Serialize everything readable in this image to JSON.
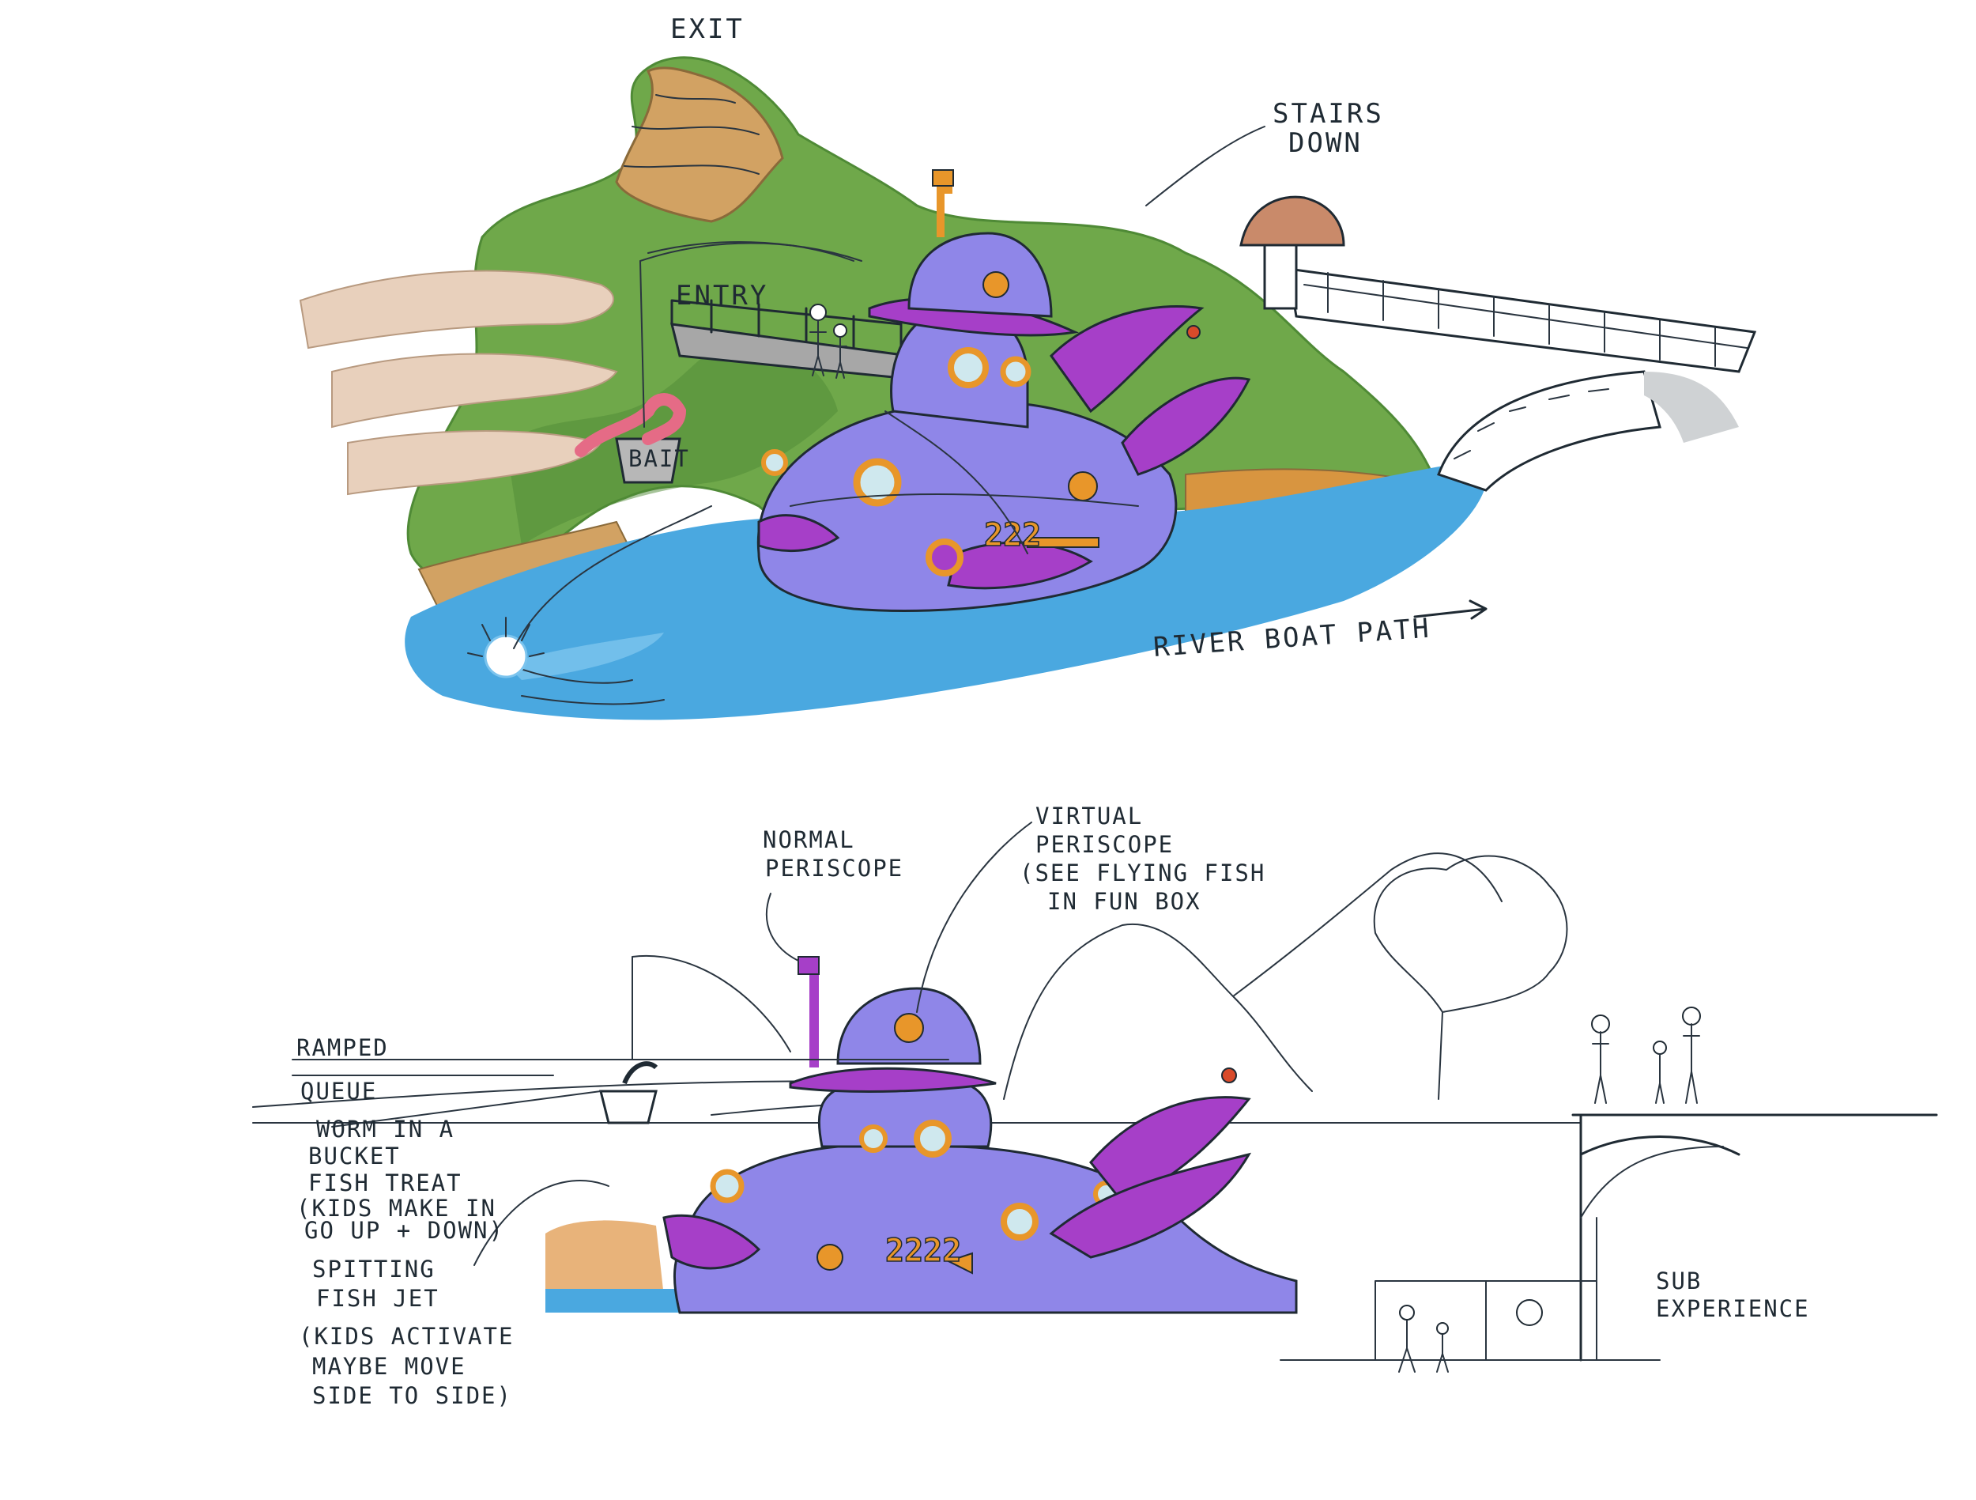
{
  "top_sketch": {
    "labels": {
      "exit": "EXIT",
      "stairs_down_line1": "STAIRS",
      "stairs_down_line2": "DOWN",
      "entry": "ENTRY",
      "bait": "BAIT",
      "river_boat_path": "RIVER BOAT PATH"
    },
    "sub_number": "222"
  },
  "bottom_sketch": {
    "labels": {
      "normal_periscope_line1": "NORMAL",
      "normal_periscope_line2": "PERISCOPE",
      "virtual_periscope_line1": "VIRTUAL",
      "virtual_periscope_line2": "PERISCOPE",
      "virtual_periscope_line3": "(SEE FLYING FISH",
      "virtual_periscope_line4": "IN FUN BOX",
      "ramped": "RAMPED",
      "queue": "QUEUE",
      "worm_line1": "WORM IN A",
      "worm_line2": "BUCKET",
      "worm_line3": "FISH TREAT",
      "worm_line4": "(KIDS MAKE IN",
      "worm_line5": "GO UP + DOWN)",
      "spitting_line1": "SPITTING",
      "spitting_line2": "FISH JET",
      "spitting_line3": "(KIDS ACTIVATE",
      "spitting_line4": "MAYBE MOVE",
      "spitting_line5": "SIDE TO SIDE)",
      "sub_line1": "SUB",
      "sub_line2": "EXPERIENCE"
    },
    "sub_number": "2222"
  },
  "colors": {
    "grass": "#6fa84a",
    "grass_dark": "#4f8a36",
    "water": "#4aa8e0",
    "water_light": "#7cc4ee",
    "sub_body": "#8f86e8",
    "sub_dark": "#6a5fc8",
    "fin_magenta": "#a63fc8",
    "brass": "#e8962a",
    "cliff": "#d2a263",
    "path": "#e8d0bc",
    "roof": "#c98a6a",
    "worm": "#e56b86",
    "ink": "#1f2a33"
  }
}
